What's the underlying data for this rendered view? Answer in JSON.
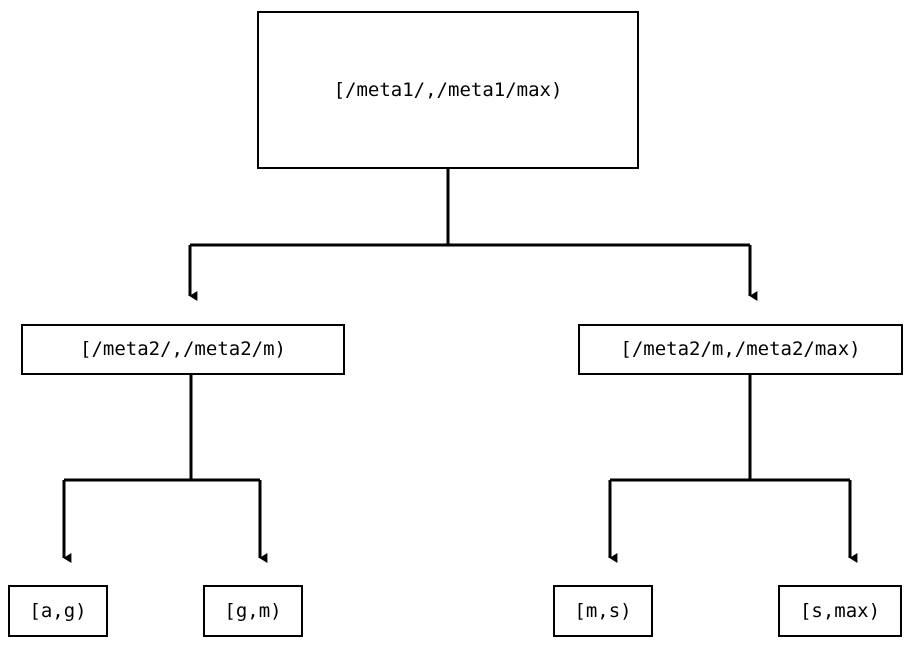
{
  "diagram": {
    "type": "tree",
    "title": "",
    "orientation": "top-down",
    "style": {
      "background_color": "#ffffff",
      "node_border_color": "#000000",
      "node_fill_color": "#ffffff",
      "text_color": "#000000",
      "edge_color": "#000000",
      "arrowhead": "solid-triangle-down"
    },
    "nodes": {
      "root": {
        "label": "[/meta1/,/meta1/max)",
        "level": 0
      },
      "meta2_low": {
        "label": "[/meta2/,/meta2/m)",
        "level": 1
      },
      "meta2_high": {
        "label": "[/meta2/m,/meta2/max)",
        "level": 1
      },
      "leaf_ag": {
        "label": "[a,g)",
        "level": 2
      },
      "leaf_gm": {
        "label": "[g,m)",
        "level": 2
      },
      "leaf_ms": {
        "label": "[m,s)",
        "level": 2
      },
      "leaf_smax": {
        "label": "[s,max)",
        "level": 2
      }
    },
    "edges": [
      {
        "from": "root",
        "to": "meta2_low"
      },
      {
        "from": "root",
        "to": "meta2_high"
      },
      {
        "from": "meta2_low",
        "to": "leaf_ag"
      },
      {
        "from": "meta2_low",
        "to": "leaf_gm"
      },
      {
        "from": "meta2_high",
        "to": "leaf_ms"
      },
      {
        "from": "meta2_high",
        "to": "leaf_smax"
      }
    ]
  }
}
